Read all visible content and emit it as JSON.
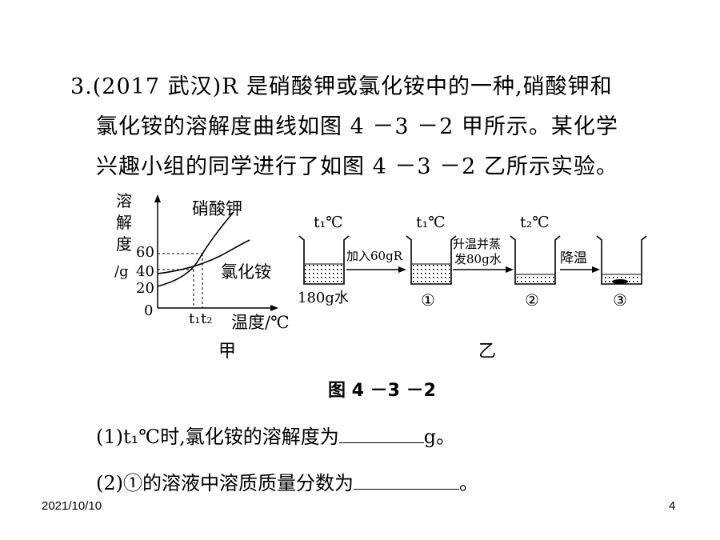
{
  "question": {
    "line1": "3.(2017 武汉)R 是硝酸钾或氯化铵中的一种,硝酸钾和",
    "line2": "氯化铵的溶解度曲线如图 4 －3 －2 甲所示。某化学",
    "line3": "兴趣小组的同学进行了如图 4 －3 －2 乙所示实验。"
  },
  "graph": {
    "ylabel_chars": [
      "溶",
      "解",
      "度"
    ],
    "y_unit": "/g",
    "yticks": [
      "60",
      "40",
      "20",
      "0"
    ],
    "xticks": [
      "t₁",
      "t₂"
    ],
    "xlabel": "温度/℃",
    "curve_labels": [
      "硝酸钾",
      "氯化铵"
    ],
    "panel_label": "甲"
  },
  "chart_data": {
    "type": "line",
    "xlabel": "温度/℃",
    "ylabel": "溶解度/g",
    "y_ticks": [
      0,
      20,
      40,
      60
    ],
    "x_ticks": [
      "t₁",
      "t₂"
    ],
    "series": [
      {
        "name": "硝酸钾",
        "points": [
          [
            "t₁",
            40
          ],
          [
            "t₂",
            60
          ]
        ]
      },
      {
        "name": "氯化铵",
        "points": [
          [
            "t₁",
            40
          ],
          [
            "t₂",
            44
          ]
        ]
      }
    ]
  },
  "experiment": {
    "beaker0_temp": "t₁℃",
    "beaker0_label": "180g水",
    "step1": "加入60gR",
    "beaker1_temp": "t₁℃",
    "beaker1_label": "①",
    "step2_line1": "升温并蒸",
    "step2_line2": "发80g水",
    "beaker2_temp": "t₂℃",
    "beaker2_label": "②",
    "step3": "降温",
    "beaker3_label": "③",
    "panel_label": "乙"
  },
  "figure_caption": "图 4 －3 －2",
  "sub1": {
    "prefix": "(1)t₁℃时,氯化铵的溶解度为",
    "suffix": "g。"
  },
  "sub2": {
    "prefix": "(2)①的溶液中溶质质量分数为",
    "suffix": "。"
  },
  "footer": {
    "date": "2021/10/10",
    "page": "4"
  }
}
